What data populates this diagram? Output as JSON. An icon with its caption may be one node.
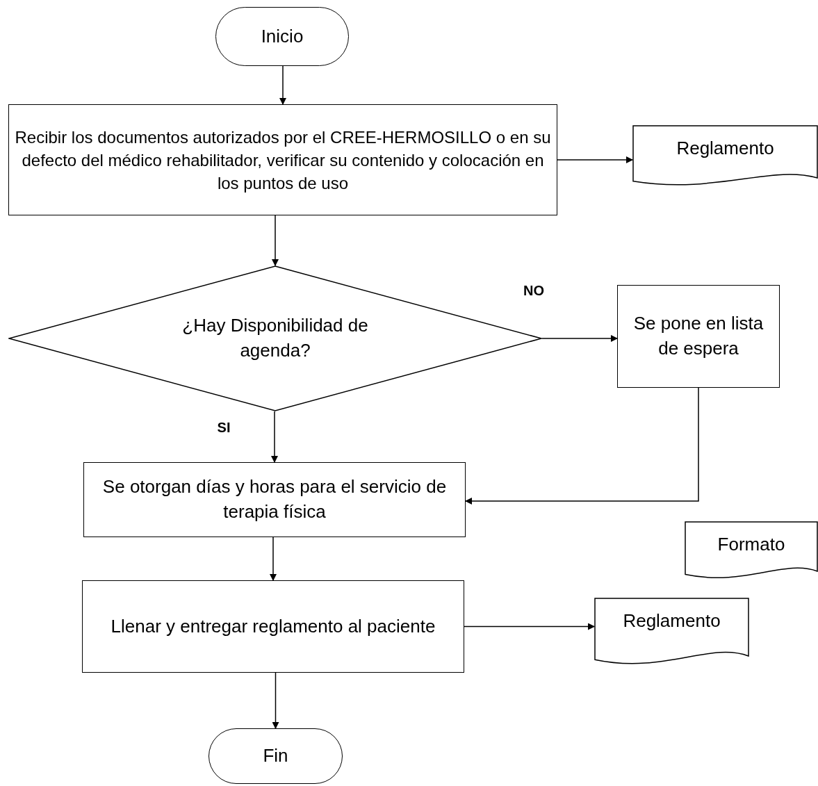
{
  "diagram": {
    "nodes": [
      {
        "text": [
          "Inicio"
        ]
      },
      {
        "text": [
          "Recibir los documentos autorizados por el CREE-HERMOSILLO o en su defecto del médico rehabilitador, verificar su contenido y colocación en los puntos de uso"
        ]
      },
      {
        "text": [
          "Reglamento"
        ]
      },
      {
        "text": [
          "¿Hay Disponibilidad de agenda?"
        ]
      },
      {
        "text": [
          "Se pone en lista de espera"
        ]
      },
      {
        "text": [
          "Se otorgan días y horas para el servicio de terapia física"
        ]
      },
      {
        "text": [
          "Formato"
        ]
      },
      {
        "text": [
          "Llenar y entregar reglamento al paciente"
        ]
      },
      {
        "text": [
          "Reglamento"
        ]
      },
      {
        "text": [
          "Fin"
        ]
      }
    ],
    "edges": [
      {
        "from": 0,
        "to": 1,
        "arrow": "to"
      },
      {
        "from": 1,
        "to": 2,
        "arrow": "to"
      },
      {
        "from": 1,
        "to": 3,
        "arrow": "to"
      },
      {
        "from": 3,
        "to": 4,
        "arrow": "to",
        "label": "NO"
      },
      {
        "from": 3,
        "to": 5,
        "arrow": "to",
        "label": "SI"
      },
      {
        "from": 4,
        "to": 5,
        "arrow": "to"
      },
      {
        "from": 5,
        "to": 7,
        "arrow": "to"
      },
      {
        "from": 7,
        "to": 8,
        "arrow": "to"
      },
      {
        "from": 7,
        "to": 9,
        "arrow": "to"
      }
    ]
  }
}
